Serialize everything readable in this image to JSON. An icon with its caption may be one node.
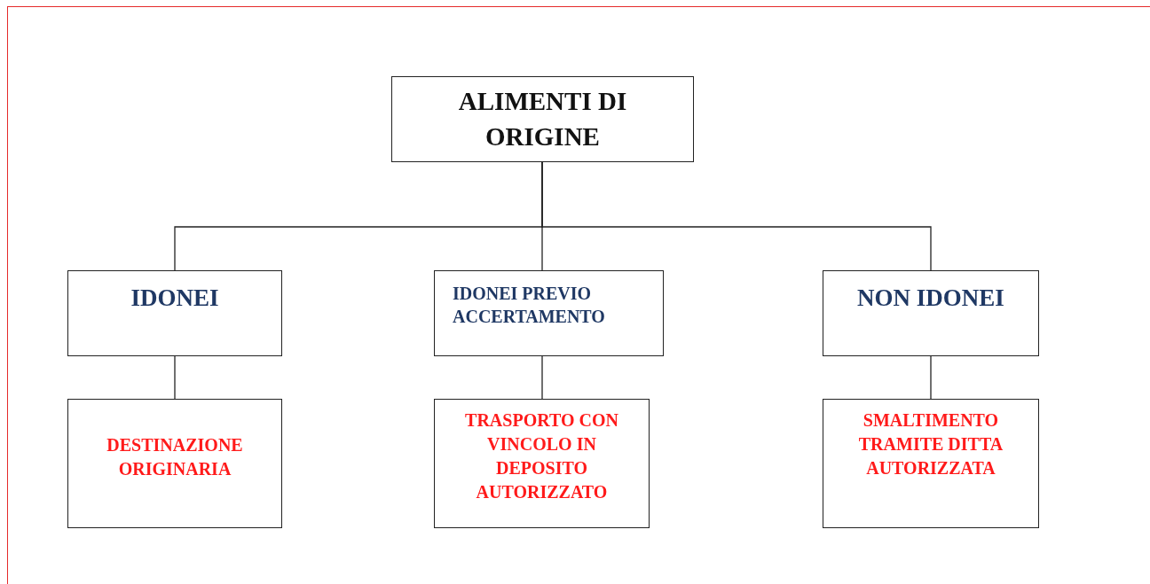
{
  "diagram": {
    "nodes": [
      {
        "text": [
          "ALIMENTI DI ORIGINE"
        ]
      },
      {
        "text": [
          "IDONEI"
        ]
      },
      {
        "text": [
          "IDONEI PREVIO ACCERTAMENTO"
        ]
      },
      {
        "text": [
          "NON IDONEI"
        ]
      },
      {
        "text": [
          "DESTINAZIONE ORIGINARIA"
        ]
      },
      {
        "text": [
          "TRASPORTO CON VINCOLO IN DEPOSITO AUTORIZZATO"
        ]
      },
      {
        "text": [
          "SMALTIMENTO TRAMITE DITTA AUTORIZZATA"
        ]
      }
    ],
    "edges": [
      {
        "from": 0,
        "to": 1,
        "arrow": "none"
      },
      {
        "from": 0,
        "to": 2,
        "arrow": "none"
      },
      {
        "from": 0,
        "to": 3,
        "arrow": "none"
      },
      {
        "from": 1,
        "to": 4,
        "arrow": "none"
      },
      {
        "from": 2,
        "to": 5,
        "arrow": "none"
      },
      {
        "from": 3,
        "to": 6,
        "arrow": "none"
      }
    ]
  }
}
